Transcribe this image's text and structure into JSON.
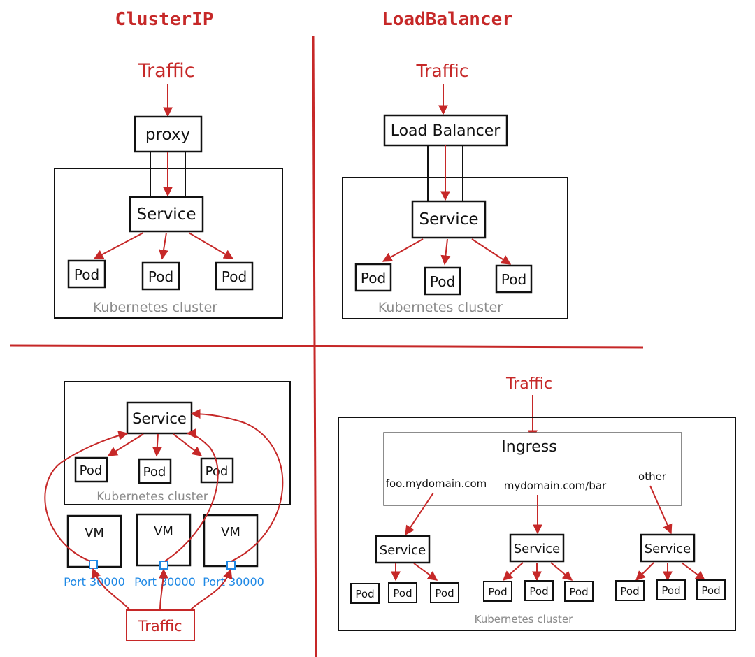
{
  "headings": {
    "clusterip": "ClusterIP",
    "loadbalancer": "LoadBalancer"
  },
  "colors": {
    "red": "#c62828",
    "ink": "#111111",
    "gray": "#8a8a8a",
    "blue": "#1e88e5"
  },
  "clusterip": {
    "traffic": "Traffic",
    "proxy": "proxy",
    "service": "Service",
    "pods": [
      "Pod",
      "Pod",
      "Pod"
    ],
    "cluster": "Kubernetes cluster"
  },
  "loadbalancer": {
    "traffic": "Traffic",
    "lb": "Load Balancer",
    "service": "Service",
    "pods": [
      "Pod",
      "Pod",
      "Pod"
    ],
    "cluster": "Kubernetes cluster"
  },
  "nodeport": {
    "service": "Service",
    "pods": [
      "Pod",
      "Pod",
      "Pod"
    ],
    "cluster": "Kubernetes cluster",
    "vms": [
      "VM",
      "VM",
      "VM"
    ],
    "ports": [
      "Port 30000",
      "Port 30000",
      "Port 30000"
    ],
    "traffic": "Traffic"
  },
  "ingress": {
    "traffic": "Traffic",
    "ingress": "Ingress",
    "routes": [
      "foo.mydomain.com",
      "mydomain.com/bar",
      "other"
    ],
    "service": "Service",
    "pods": [
      "Pod",
      "Pod",
      "Pod",
      "Pod",
      "Pod",
      "Pod",
      "Pod",
      "Pod",
      "Pod"
    ],
    "cluster": "Kubernetes cluster"
  }
}
